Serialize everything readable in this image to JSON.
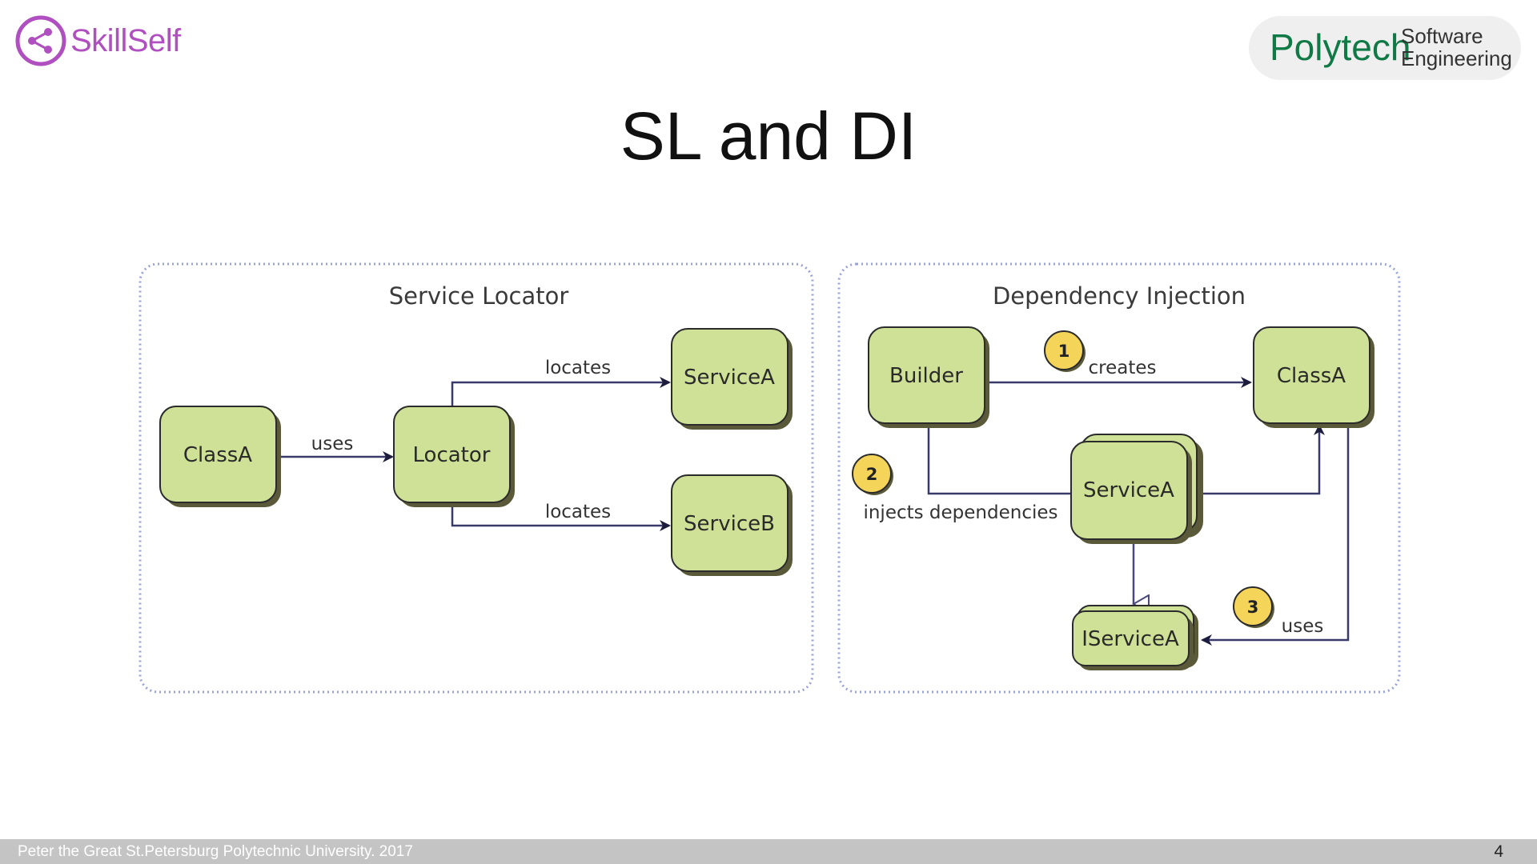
{
  "header": {
    "brand": "SkillSelf",
    "poly_name": "Polytech",
    "poly_line1": "Software",
    "poly_line2": "Engineering"
  },
  "slide": {
    "title": "SL and DI"
  },
  "diagram": {
    "service_locator": {
      "title": "Service Locator",
      "nodes": {
        "class_a": "ClassA",
        "locator": "Locator",
        "service_a": "ServiceA",
        "service_b": "ServiceB"
      },
      "edges": {
        "uses": "uses",
        "locates_a": "locates",
        "locates_b": "locates"
      }
    },
    "dependency_injection": {
      "title": "Dependency Injection",
      "nodes": {
        "builder": "Builder",
        "class_a": "ClassA",
        "service_a": "ServiceA",
        "iservice_a": "IServiceA"
      },
      "edges": {
        "creates": "creates",
        "injects": "injects dependencies",
        "uses": "uses"
      },
      "steps": [
        "1",
        "2",
        "3"
      ]
    },
    "colors": {
      "node_fill": "#cfe196",
      "node_border": "#2b2b2b",
      "node_shadow": "#5a5a3a",
      "edge": "#3a3a6a",
      "arrowhead": "#1c1c3c",
      "panel_border": "#9aa3d8",
      "step_fill": "#f5d45a"
    }
  },
  "footer": {
    "text": "Peter the Great St.Petersburg Polytechnic University. 2017",
    "page_number": "4"
  }
}
